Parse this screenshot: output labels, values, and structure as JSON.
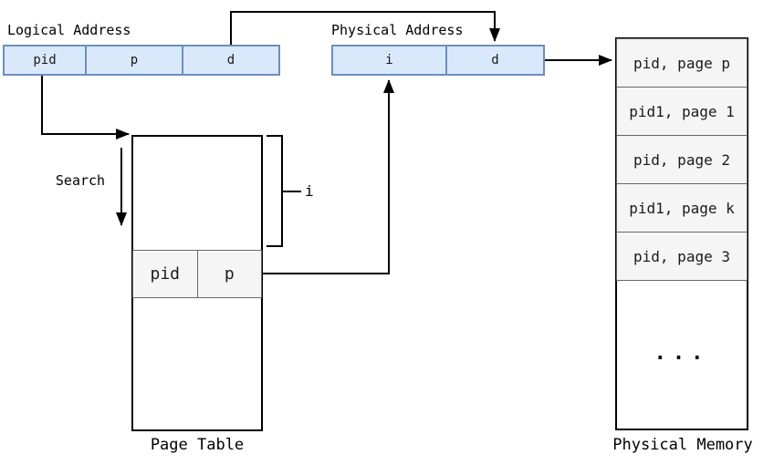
{
  "colors": {
    "box_fill": "#dae8fc",
    "box_stroke": "#6c8ebf",
    "row_fill": "#f5f5f5",
    "row_stroke": "#666666",
    "line": "#000000"
  },
  "logical_address": {
    "title": "Logical Address",
    "cells": [
      "pid",
      "p",
      "d"
    ]
  },
  "physical_address": {
    "title": "Physical Address",
    "cells": [
      "i",
      "d"
    ]
  },
  "page_table": {
    "title": "Page Table",
    "entry_pid": "pid",
    "entry_p": "p"
  },
  "physical_memory": {
    "title": "Physical Memory",
    "rows": [
      "pid, page p",
      "pid1, page 1",
      "pid, page 2",
      "pid1, page k",
      "pid, page 3"
    ],
    "ellipsis": "..."
  },
  "labels": {
    "search": "Search",
    "index": "i"
  }
}
